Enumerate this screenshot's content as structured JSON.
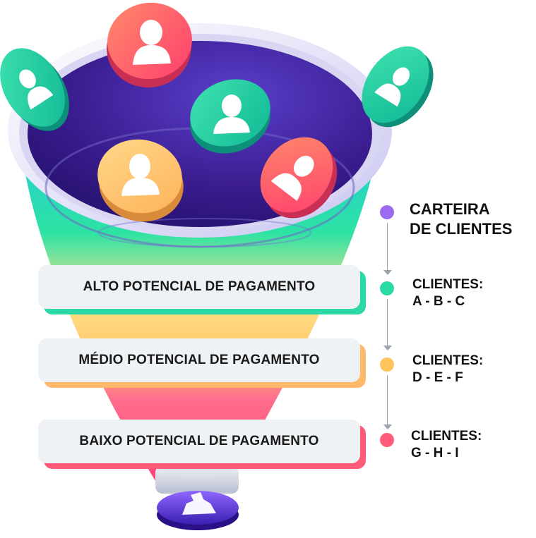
{
  "stages": [
    {
      "label": "ALTO POTENCIAL DE PAGAMENTO",
      "color": "#2bd9a6"
    },
    {
      "label": "MÉDIO POTENCIAL DE PAGAMENTO",
      "color": "#ffc45c"
    },
    {
      "label": "BAIXO POTENCIAL DE PAGAMENTO",
      "color": "#ff5a78"
    }
  ],
  "legend": {
    "portfolio": {
      "line1": "CARTEIRA",
      "line2": "DE CLIENTES",
      "color": "#9b6cf0"
    },
    "high": {
      "line1": "CLIENTES:",
      "line2": "A - B - C",
      "color": "#2bd9a6"
    },
    "medium": {
      "line1": "CLIENTES:",
      "line2": "D - E - F",
      "color": "#ffc45c"
    },
    "low": {
      "line1": "CLIENTES:",
      "line2": "G - H - I",
      "color": "#ff5a78"
    }
  },
  "icons": [
    "funnel-icon",
    "client-token-icon",
    "user-silhouette-icon"
  ]
}
